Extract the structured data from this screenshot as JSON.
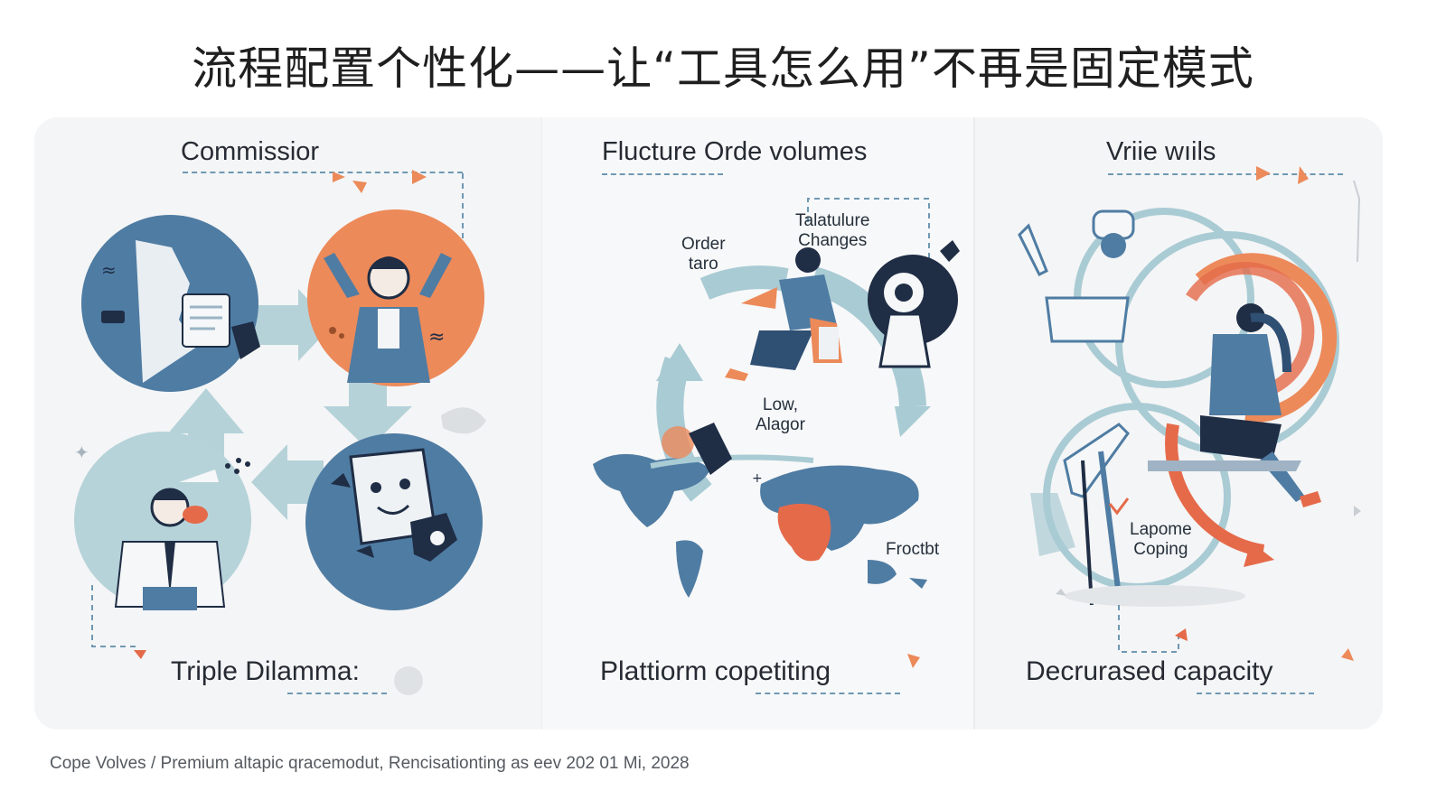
{
  "title": "流程配置个性化——让“工具怎么用”不再是固定模式",
  "panels": [
    {
      "title": "Commissior",
      "caption": "Triple Dilamma:",
      "labels": []
    },
    {
      "title": "Flucture Orde volumes",
      "caption": "Plattiorm copetiting",
      "labels": [
        {
          "line1": "Order",
          "line2": "taro"
        },
        {
          "line1": "Talatulure",
          "line2": "Changes"
        },
        {
          "line1": "Low,",
          "line2": "Alagor"
        },
        {
          "line1": "Froctbt",
          "line2": ""
        }
      ]
    },
    {
      "title": "Vriie wıils",
      "caption": "Decrurased capacity",
      "labels": [
        {
          "line1": "Lapome",
          "line2": "Coping"
        }
      ]
    }
  ],
  "footer": "Cope Volves / Premium altapic qracemodut, Rencisationting as eev 202 01 Mi, 2028",
  "colors": {
    "navy": "#1f2d45",
    "steel_blue": "#4f7ca3",
    "light_teal": "#a9cbd4",
    "orange": "#ec8a5a",
    "coral": "#e56a4a",
    "card_bg": "#f4f5f6"
  },
  "icons": [
    "arrow-icon",
    "globe-map-icon",
    "cycle-arrow-icon",
    "person-icon",
    "ring-icon"
  ]
}
